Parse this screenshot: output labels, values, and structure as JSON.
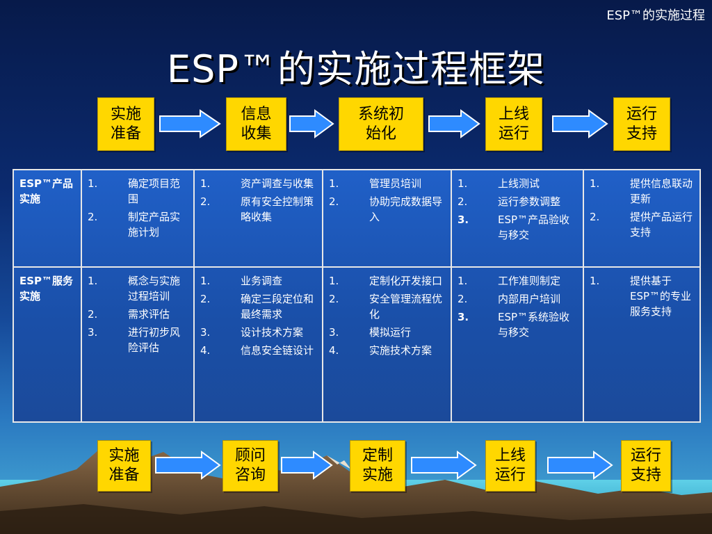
{
  "header": {
    "corner_title": "ESP™的实施过程",
    "main_title": "ESP™的实施过程框架"
  },
  "top_flow": [
    "实施\n准备",
    "信息\n收集",
    "系统初\n始化",
    "上线\n运行",
    "运行\n支持"
  ],
  "bottom_flow": [
    "实施\n准备",
    "顾问\n咨询",
    "定制\n实施",
    "上线\n运行",
    "运行\n支持"
  ],
  "table": {
    "rows": [
      {
        "header": "ESP™产品实施",
        "cells": [
          [
            {
              "n": "1.",
              "t": "确定项目范围"
            },
            {
              "n": "2.",
              "t": "制定产品实施计划"
            }
          ],
          [
            {
              "n": "1.",
              "t": "资产调查与收集"
            },
            {
              "n": "2.",
              "t": "原有安全控制策略收集"
            }
          ],
          [
            {
              "n": "1.",
              "t": "管理员培训"
            },
            {
              "n": "2.",
              "t": "协助完成数据导入"
            }
          ],
          [
            {
              "n": "1.",
              "t": "上线测试"
            },
            {
              "n": "2.",
              "t": "运行参数调整"
            },
            {
              "n": "3.",
              "t": "ESP™产品验收与移交"
            }
          ],
          [
            {
              "n": "1.",
              "t": "提供信息联动更新"
            },
            {
              "n": "2.",
              "t": "提供产品运行支持"
            }
          ]
        ]
      },
      {
        "header": "ESP™服务实施",
        "cells": [
          [
            {
              "n": "1.",
              "t": "概念与实施过程培训"
            },
            {
              "n": "2.",
              "t": "需求评估"
            },
            {
              "n": "3.",
              "t": "进行初步风险评估"
            }
          ],
          [
            {
              "n": "1.",
              "t": "业务调查"
            },
            {
              "n": "2.",
              "t": "确定三段定位和最终需求"
            },
            {
              "n": "3.",
              "t": "设计技术方案"
            },
            {
              "n": "4.",
              "t": "信息安全链设计"
            }
          ],
          [
            {
              "n": "1.",
              "t": "定制化开发接口"
            },
            {
              "n": "2.",
              "t": "安全管理流程优化"
            },
            {
              "n": "3.",
              "t": "模拟运行"
            },
            {
              "n": "4.",
              "t": "实施技术方案"
            }
          ],
          [
            {
              "n": "1.",
              "t": "工作准则制定"
            },
            {
              "n": "2.",
              "t": "内部用户培训"
            },
            {
              "n": "3.",
              "t": "ESP™系统验收与移交"
            }
          ],
          [
            {
              "n": "1.",
              "t": "提供基于ESP™的专业服务支持"
            }
          ]
        ]
      }
    ]
  }
}
